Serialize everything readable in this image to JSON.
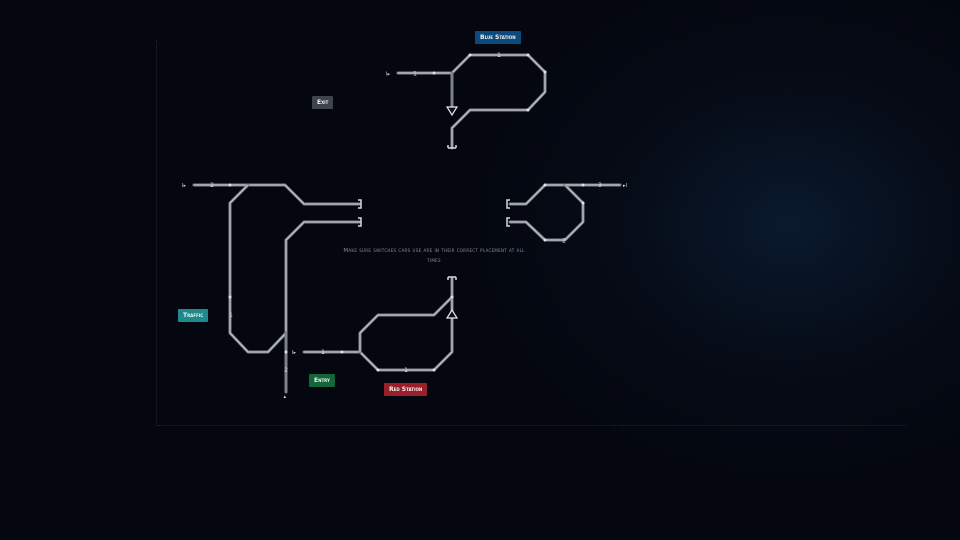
{
  "hint_text": "Make sure switches cars use are in their correct placement at all times",
  "stations": {
    "blue": {
      "label": "Blue Station",
      "color": "#0b4a7a"
    },
    "red": {
      "label": "Red Station",
      "color": "#9a1f2a"
    },
    "exit": {
      "label": "Exit",
      "color": "#3e434c"
    },
    "traffic": {
      "label": "Traffic",
      "color": "#1e8a8c"
    },
    "entry": {
      "label": "Entry",
      "color": "#14663a"
    }
  },
  "track_numbers": {
    "blue_spawn": "1",
    "blue_top": "1",
    "left_top": "2",
    "left_side": "1",
    "left_bottom": "2",
    "right_top": "3",
    "right_bottom": "2",
    "red_spawn": "1",
    "red_bottom": "1"
  },
  "spawn_markers": {
    "blue": "I▸",
    "left": "I▸",
    "red": "I▸",
    "right": "▸I",
    "bottom": "▴"
  },
  "icons": [
    "switch-triangle-icon",
    "spawn-marker-icon",
    "buffer-stop-icon"
  ]
}
